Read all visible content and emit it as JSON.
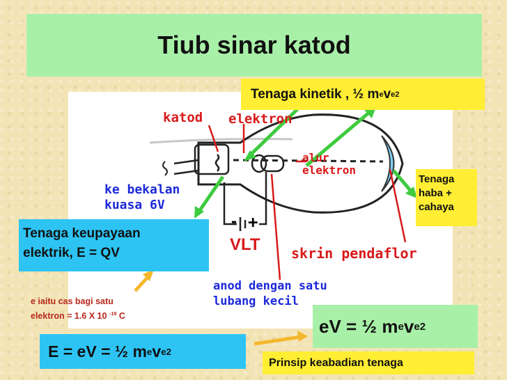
{
  "title": "Tiub sinar katod",
  "labels": {
    "katod": "katod",
    "elektron": "elektron",
    "alur_line1": "alur",
    "alur_line2": "elektron",
    "bekalan_line1": "ke bekalan",
    "bekalan_line2": "kuasa 6V",
    "vlt": "VLT",
    "skrin": "skrin pendaflor",
    "anod_line1": "anod dengan satu",
    "anod_line2": "lubang kecil",
    "plus_sign": "+",
    "minus_sign": "-"
  },
  "boxes": {
    "ke_prefix": "Tenaga kinetik , ½ m",
    "ke_sub1": "e",
    "ke_mid": "v",
    "ke_sub2": "e",
    "ke_sup": "2",
    "heat_line1": "Tenaga",
    "heat_line2": "haba +",
    "heat_line3": "cahaya",
    "pe_line1": "Tenaga keupayaan",
    "pe_line2": "elektrik,  E = QV",
    "note_line1": "e iaitu cas bagi satu",
    "note_line2_a": "elektron = 1.6 X 10 ",
    "note_sup": "-19",
    "note_line2_b": " C",
    "ev1_prefix": "E = eV = ½ m",
    "ev1_sub1": "e",
    "ev1_mid": "v",
    "ev1_sub2": "e",
    "ev1_sup": "2",
    "ev2_prefix": "eV = ½ m",
    "ev2_sub1": "e",
    "ev2_mid": "v",
    "ev2_sub2": "e",
    "ev2_sup": "2",
    "prinsip": "Prinsip keabadian tenaga"
  },
  "colors": {
    "background": "#f3e4b6",
    "title_bar": "#a8f0a8",
    "yellow_box": "#ffee33",
    "cyan_box": "#2dc4f4",
    "green_box": "#a8f0a8",
    "arrow_green": "#3ecb3e",
    "arrow_yellow": "#f4b72c",
    "label_red": "#d81a1a",
    "label_blue": "#1c29d8"
  }
}
